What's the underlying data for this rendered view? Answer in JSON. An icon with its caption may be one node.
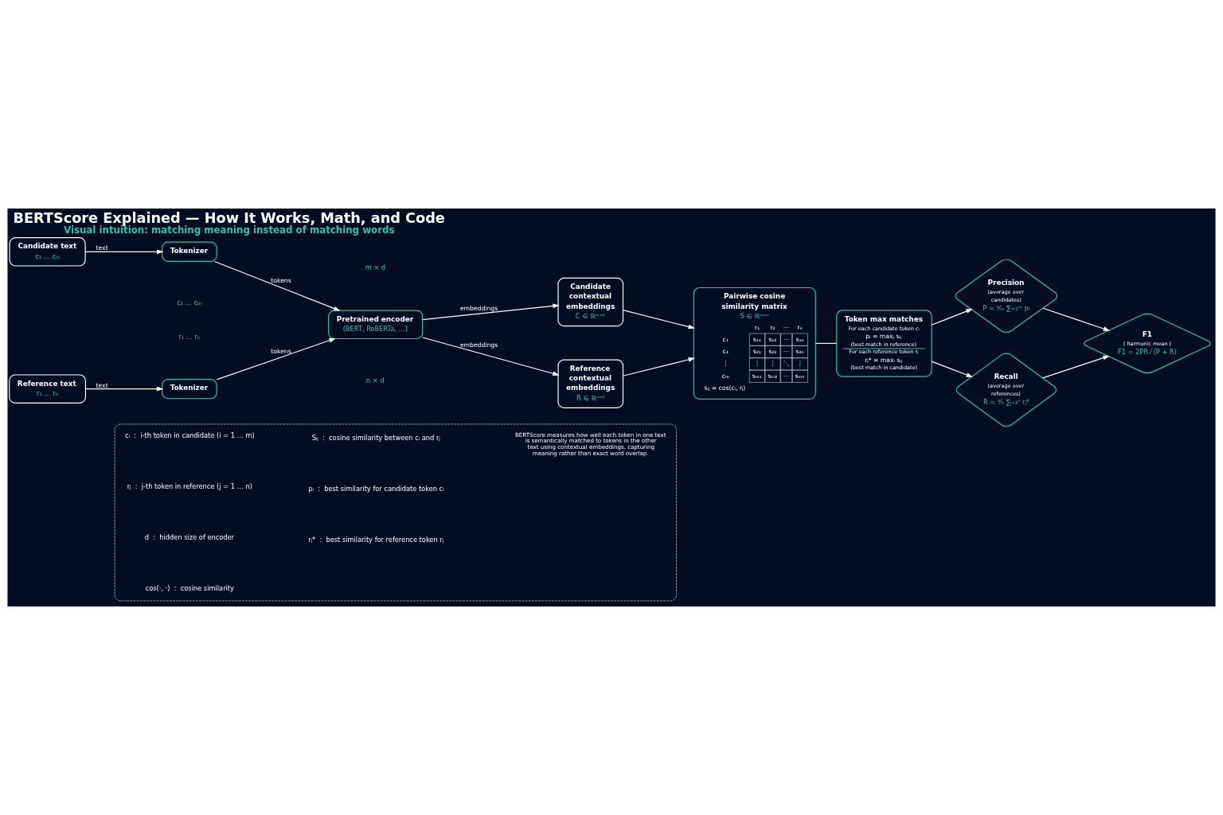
{
  "diagram": {
    "title": "BERTScore Explained — How It Works, Math, and Code",
    "caption": "Visual intuition: matching meaning instead of matching words",
    "nodes": [
      {
        "text": [
          "Candidate text",
          "c₁ … cₘ"
        ]
      },
      {
        "text": [
          "Tokenizer"
        ]
      },
      {
        "text": [
          "Reference text",
          "r₁ … rₙ"
        ]
      },
      {
        "text": [
          "Tokenizer"
        ]
      },
      {
        "text": [
          "Pretrained encoder",
          "(BERT, RoBERTa, …)"
        ]
      },
      {
        "text": [
          "Candidate contextual embeddings",
          "C ∈ ℝᵐˣᵈ"
        ]
      },
      {
        "text": [
          "Reference contextual embeddings",
          "R ∈ ℝⁿˣᵈ"
        ]
      },
      {
        "text": [
          "Pairwise cosine similarity matrix",
          "S ∈ ℝᵐˣⁿ",
          "r₁",
          "r₂",
          "⋯",
          "rₙ",
          "c₁",
          "s₁₁",
          "s₁₂",
          "⋯",
          "s₁ₙ",
          "c₂",
          "s₂₁",
          "s₂₂",
          "⋯",
          "s₂ₙ",
          "⋮",
          "⋮",
          "⋮",
          "⋱",
          "⋮",
          "cₘ",
          "sₘ₁",
          "sₘ₂",
          "⋯",
          "sₘₙ",
          "sᵢⱼ = cos(cᵢ, rⱼ)"
        ]
      },
      {
        "text": [
          "Token max matches",
          "For each candidate token cᵢ",
          "pᵢ = maxⱼ sᵢⱼ",
          "(best match in reference)",
          "For each reference token rⱼ",
          "rⱼ* = maxᵢ sᵢⱼ",
          "(best match in candidate)"
        ]
      },
      {
        "text": [
          "Precision",
          "(average over candidates)",
          "P = ¹⁄ₘ ∑ᵢ₌₁ᵐ pᵢ"
        ]
      },
      {
        "text": [
          "Recall",
          "(average over references)",
          "R = ¹⁄ₙ ∑ⱼ₌₁ⁿ rⱼ*"
        ]
      },
      {
        "text": [
          "F1",
          "( harmonic mean )",
          "F1 = 2PR ⁄ (P + R)"
        ]
      },
      {
        "text": [],
        "shape": "box"
      }
    ],
    "edges": [
      {
        "from": 0,
        "to": 1,
        "arrow": "to",
        "label": "text"
      },
      {
        "from": 1,
        "to": 4,
        "arrow": "to",
        "label": "tokens"
      },
      {
        "from": 2,
        "to": 3,
        "arrow": "to",
        "label": "text"
      },
      {
        "from": 3,
        "to": 4,
        "arrow": "to",
        "label": "tokens"
      },
      {
        "from": 4,
        "to": 5,
        "arrow": "to",
        "label": "embeddings"
      },
      {
        "from": 4,
        "to": 6,
        "arrow": "to",
        "label": "embeddings"
      },
      {
        "from": 5,
        "to": 7,
        "arrow": "to"
      },
      {
        "from": 6,
        "to": 7,
        "arrow": "to"
      },
      {
        "from": 7,
        "to": 8,
        "arrow": "none"
      },
      {
        "from": 8,
        "to": 9,
        "arrow": "to"
      },
      {
        "from": 8,
        "to": 10,
        "arrow": "to"
      },
      {
        "from": 9,
        "to": 11,
        "arrow": "to"
      },
      {
        "from": 10,
        "to": 11,
        "arrow": "to"
      }
    ],
    "labels": [
      "c₁ … cₘ",
      "m × d",
      "r₁ … rₙ",
      "n × d",
      "cᵢ  :  i-th token in candidate (i = 1 … m)",
      "rⱼ  :  j-th token in reference (j = 1 … n)",
      "d  :  hidden size of encoder",
      "cos(·, ·)  :  cosine similarity",
      "Sᵢⱼ  :  cosine similarity between cᵢ and rⱼ",
      "pᵢ  :  best similarity for candidate token cᵢ",
      "rⱼ*  :  best similarity for reference token rⱼ",
      "BERTScore measures how well each token in one text is semantically matched to tokens in the other text using contextual embeddings, capturing meaning rather than exact word overlap."
    ]
  }
}
